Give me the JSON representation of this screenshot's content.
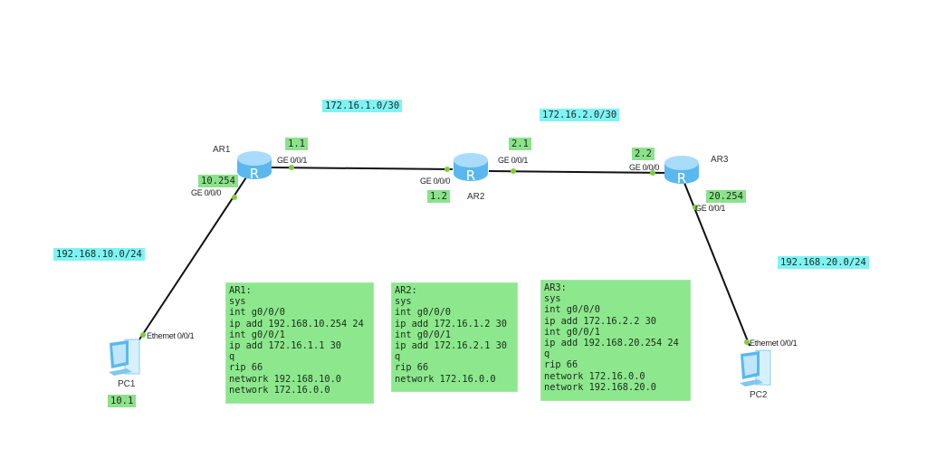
{
  "networks": {
    "link1": "172.16.1.0/30",
    "link2": "172.16.2.0/30",
    "lan1": "192.168.10.0/24",
    "lan2": "192.168.20.0/24"
  },
  "devices": {
    "ar1": "AR1",
    "ar2": "AR2",
    "ar3": "AR3",
    "pc1": "PC1",
    "pc2": "PC2"
  },
  "ports": {
    "ar1_ge001": "GE 0/0/1",
    "ar1_ge000": "GE 0/0/0",
    "ar2_ge000": "GE 0/0/0",
    "ar2_ge001": "GE 0/0/1",
    "ar3_ge000": "GE 0/0/0",
    "ar3_ge001": "GE 0/0/1",
    "pc1_eth": "Ethernet 0/0/1",
    "pc2_eth": "Ethernet 0/0/1"
  },
  "ips": {
    "ar1_ge001": "1.1",
    "ar1_ge000": "10.254",
    "ar2_ge000": "1.2",
    "ar2_ge001": "2.1",
    "ar3_ge000": "2.2",
    "ar3_ge001": "20.254",
    "pc1": "10.1"
  },
  "configs": {
    "ar1": [
      "AR1:",
      "sys",
      "int g0/0/0",
      "ip add 192.168.10.254 24",
      "int g0/0/1",
      "ip add 172.16.1.1 30",
      "q",
      "rip 66",
      "network 192.168.10.0",
      "network 172.16.0.0"
    ],
    "ar2": [
      "AR2:",
      "sys",
      "int g0/0/0",
      "ip add 172.16.1.2 30",
      "int g0/0/1",
      "ip add 172.16.2.1 30",
      "q",
      "rip 66",
      "network 172.16.0.0"
    ],
    "ar3": [
      "AR3:",
      "sys",
      "int g0/0/0",
      "ip add 172.16.2.2 30",
      "int g0/0/1",
      "ip add 192.168.20.254 24",
      "q",
      "rip 66",
      "network 172.16.0.0",
      "network 192.168.20.0"
    ]
  },
  "colors": {
    "net_label": "#7ff3f3",
    "ip_label": "#8be28b",
    "port_dot": "#7ccf3a",
    "router": "#5ab8ee"
  }
}
